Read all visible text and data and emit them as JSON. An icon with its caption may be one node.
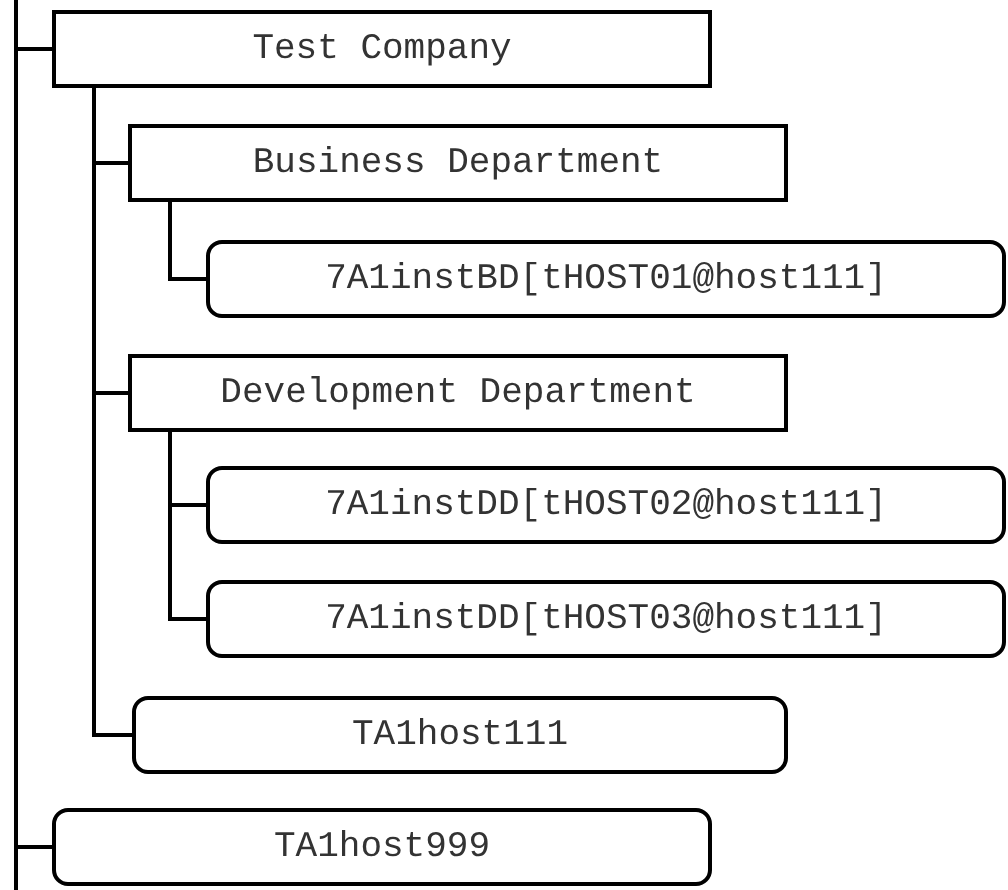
{
  "diagram": {
    "nodes": [
      {
        "text": [
          "Test Company"
        ]
      },
      {
        "text": [
          "Business Department"
        ]
      },
      {
        "text": [
          "7A1instBD[tHOST01@host111]"
        ]
      },
      {
        "text": [
          "Development Department"
        ]
      },
      {
        "text": [
          "7A1instDD[tHOST02@host111]"
        ]
      },
      {
        "text": [
          "7A1instDD[tHOST03@host111]"
        ]
      },
      {
        "text": [
          "TA1host111"
        ]
      },
      {
        "text": [
          "TA1host999"
        ]
      }
    ],
    "edges": [
      {
        "from": null,
        "to": 0,
        "arrow": "none"
      },
      {
        "from": 0,
        "to": 1,
        "arrow": "none"
      },
      {
        "from": 1,
        "to": 2,
        "arrow": "none"
      },
      {
        "from": 0,
        "to": 3,
        "arrow": "none"
      },
      {
        "from": 3,
        "to": 4,
        "arrow": "none"
      },
      {
        "from": 3,
        "to": 5,
        "arrow": "none"
      },
      {
        "from": 0,
        "to": 6,
        "arrow": "none"
      },
      {
        "from": null,
        "to": 7,
        "arrow": "none"
      }
    ]
  }
}
